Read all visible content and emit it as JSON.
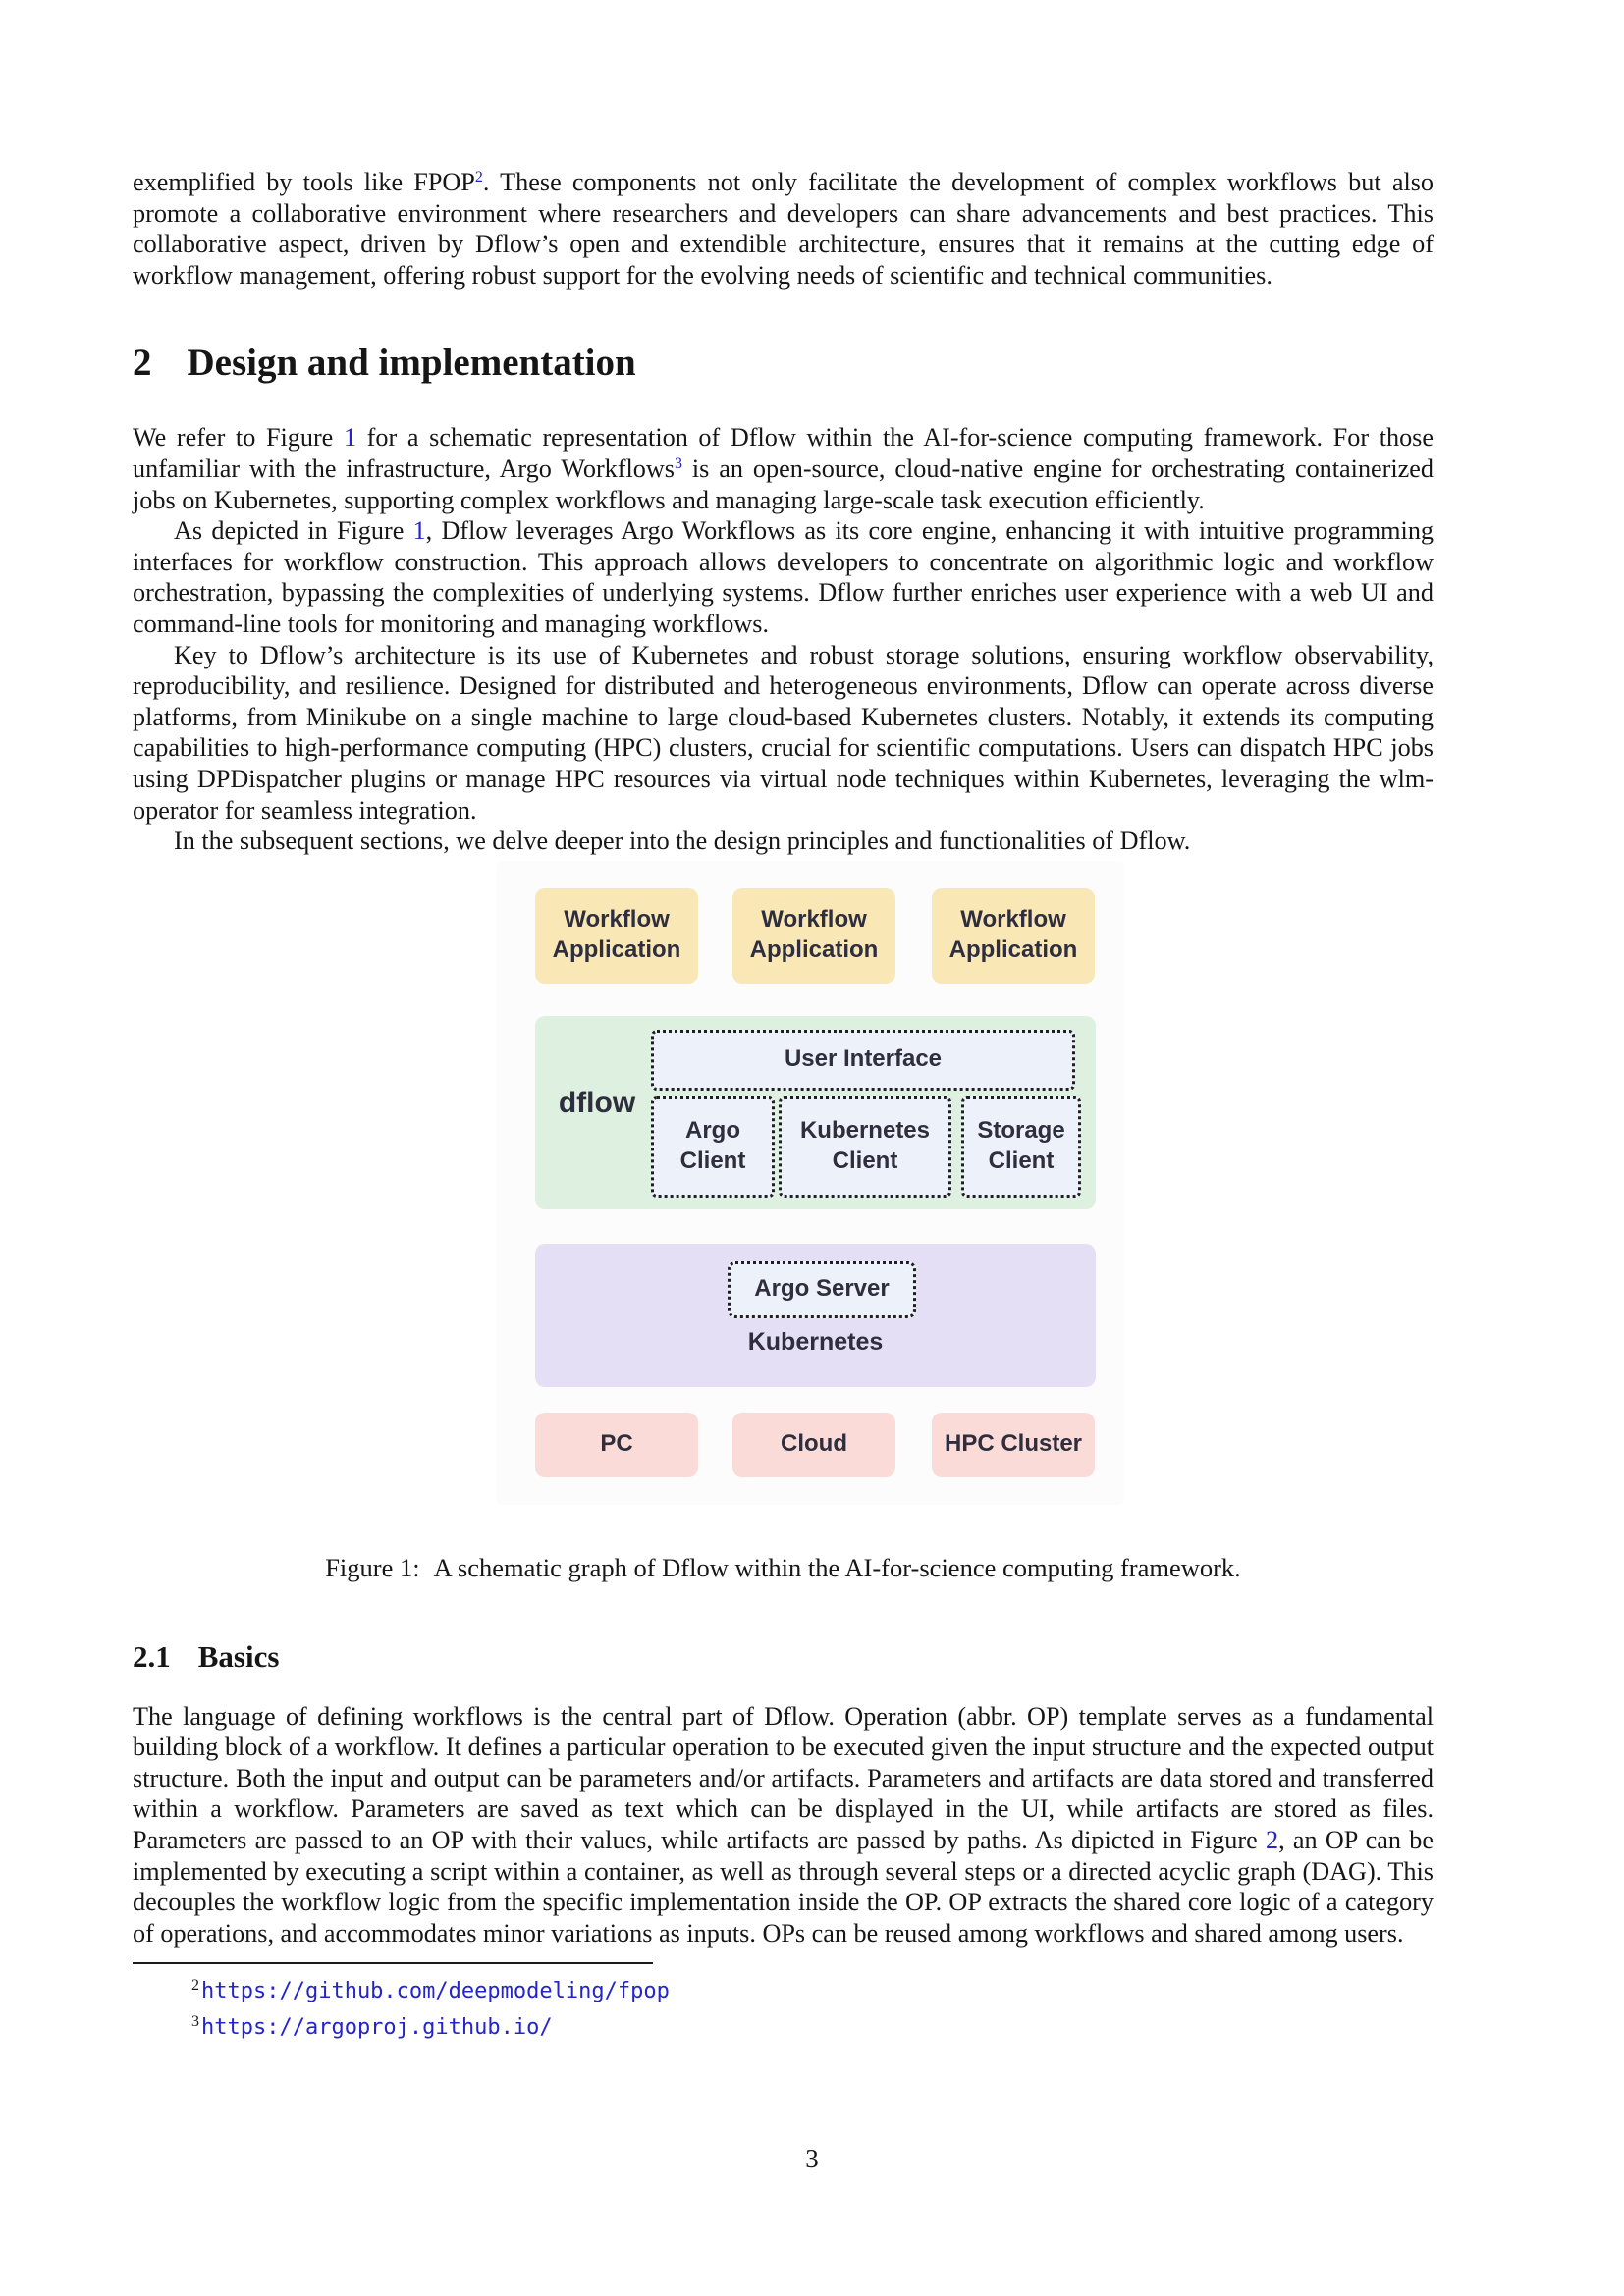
{
  "theme": {
    "text_color": "#161616",
    "link_color": "#2424cc"
  },
  "page": {
    "number": "3"
  },
  "sections": {
    "s2": {
      "number": "2",
      "title": "Design and implementation"
    },
    "s21": {
      "number": "2.1",
      "title": "Basics"
    }
  },
  "paragraphs": {
    "intro": [
      {
        "text": "exemplified by tools like FPOP"
      },
      {
        "text": "2",
        "sup": true,
        "link": true
      },
      {
        "text": ". These components not only facilitate the development of complex workflows but also promote a collaborative environment where researchers and developers can share advancements and best practices. This collaborative aspect, driven by Dflow’s open and extendible architecture, ensures that it remains at the cutting edge of workflow management, offering robust support for the evolving needs of scientific and technical communities."
      }
    ],
    "sec2_p1": [
      {
        "text": "We refer to Figure "
      },
      {
        "text": "1",
        "link": true
      },
      {
        "text": " for a schematic representation of Dflow within the AI-for-science computing framework. For those unfamiliar with the infrastructure, Argo Workflows"
      },
      {
        "text": "3",
        "sup": true,
        "link": true
      },
      {
        "text": " is an open-source, cloud-native engine for orchestrating containerized jobs on Kubernetes, supporting complex workflows and managing large-scale task execution efficiently."
      }
    ],
    "sec2_p2": [
      {
        "text": "As depicted in Figure "
      },
      {
        "text": "1",
        "link": true
      },
      {
        "text": ", Dflow leverages Argo Workflows as its core engine, enhancing it with intuitive programming interfaces for workflow construction. This approach allows developers to concentrate on algorithmic logic and workflow orchestration, bypassing the complexities of underlying systems. Dflow further enriches user experience with a web UI and command-line tools for monitoring and managing workflows."
      }
    ],
    "sec2_p3": [
      {
        "text": "Key to Dflow’s architecture is its use of Kubernetes and robust storage solutions, ensuring workflow observability, reproducibility, and resilience. Designed for distributed and heterogeneous environments, Dflow can operate across diverse platforms, from Minikube on a single machine to large cloud-based Kubernetes clusters. Notably, it extends its computing capabilities to high-performance computing (HPC) clusters, crucial for scientific computations. Users can dispatch HPC jobs using DPDispatcher plugins or manage HPC resources via virtual node techniques within Kubernetes, leveraging the wlm-operator for seamless integration."
      }
    ],
    "sec2_p4": [
      {
        "text": "In the subsequent sections, we delve deeper into the design principles and functionalities of Dflow."
      }
    ],
    "sec21_p1": [
      {
        "text": "The language of defining workflows is the central part of Dflow. Operation (abbr. OP) template serves as a fundamental building block of a workflow. It defines a particular operation to be executed given the input structure and the expected output structure. Both the input and output can be parameters and/or artifacts. Parameters and artifacts are data stored and transferred within a workflow. Parameters are saved as text which can be displayed in the UI, while artifacts are stored as files. Parameters are passed to an OP with their values, while artifacts are passed by paths. As dipicted in Figure "
      },
      {
        "text": "2",
        "link": true
      },
      {
        "text": ", an OP can be implemented by executing a script within a container, as well as through several steps or a directed acyclic graph (DAG). This decouples the workflow logic from the specific implementation inside the OP. OP extracts the shared core logic of a category of operations, and accommodates minor variations as inputs. OPs can be reused among workflows and shared among users."
      }
    ]
  },
  "figure": {
    "colors": {
      "fig_bg": "#fcfcfc",
      "app_fill": "#fae7b6",
      "dflow_fill": "#def1e0",
      "inner_fill": "#edf1fa",
      "k8s_fill": "#e5dff6",
      "platform_fill": "#fadbd8",
      "fig_text": "#2e2e3e",
      "dotted_border": "#1f1f1f"
    },
    "apps": [
      "Workflow Application",
      "Workflow Application",
      "Workflow Application"
    ],
    "dflow_label": "dflow",
    "user_interface": "User Interface",
    "clients": [
      "Argo Client",
      "Kubernetes Client",
      "Storage Client"
    ],
    "argo_server": "Argo Server",
    "kubernetes_label": "Kubernetes",
    "platforms": [
      "PC",
      "Cloud",
      "HPC Cluster"
    ]
  },
  "caption": {
    "label": "Figure 1:",
    "text": "A schematic graph of Dflow within the AI-for-science computing framework."
  },
  "footnotes": [
    {
      "mark": "2",
      "url": "https://github.com/deepmodeling/fpop"
    },
    {
      "mark": "3",
      "url": "https://argoproj.github.io/"
    }
  ]
}
